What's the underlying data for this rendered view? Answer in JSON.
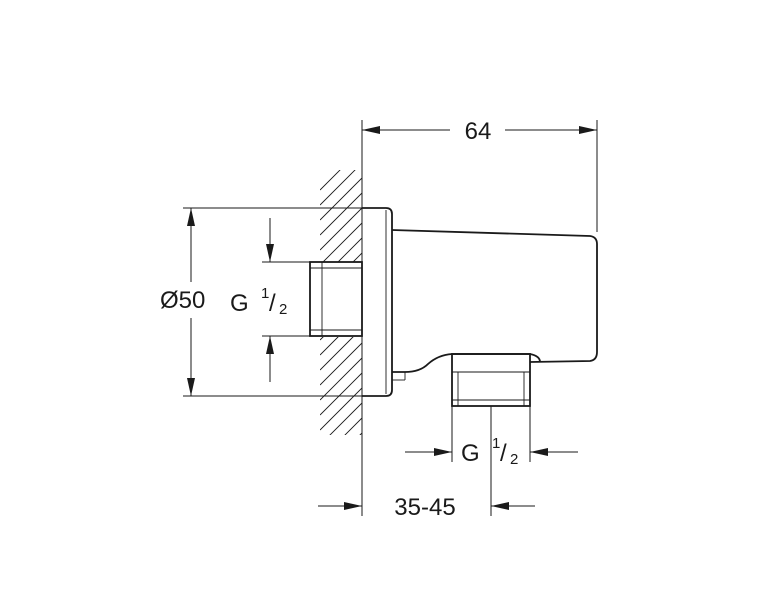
{
  "dimensions": {
    "width_total": "64",
    "diameter": "Ø50",
    "thread_wall_g": "G",
    "thread_wall_num": "1",
    "thread_wall_den": "2",
    "thread_outlet_g": "G",
    "thread_outlet_num": "1",
    "thread_outlet_den": "2",
    "wall_depth": "35-45"
  }
}
